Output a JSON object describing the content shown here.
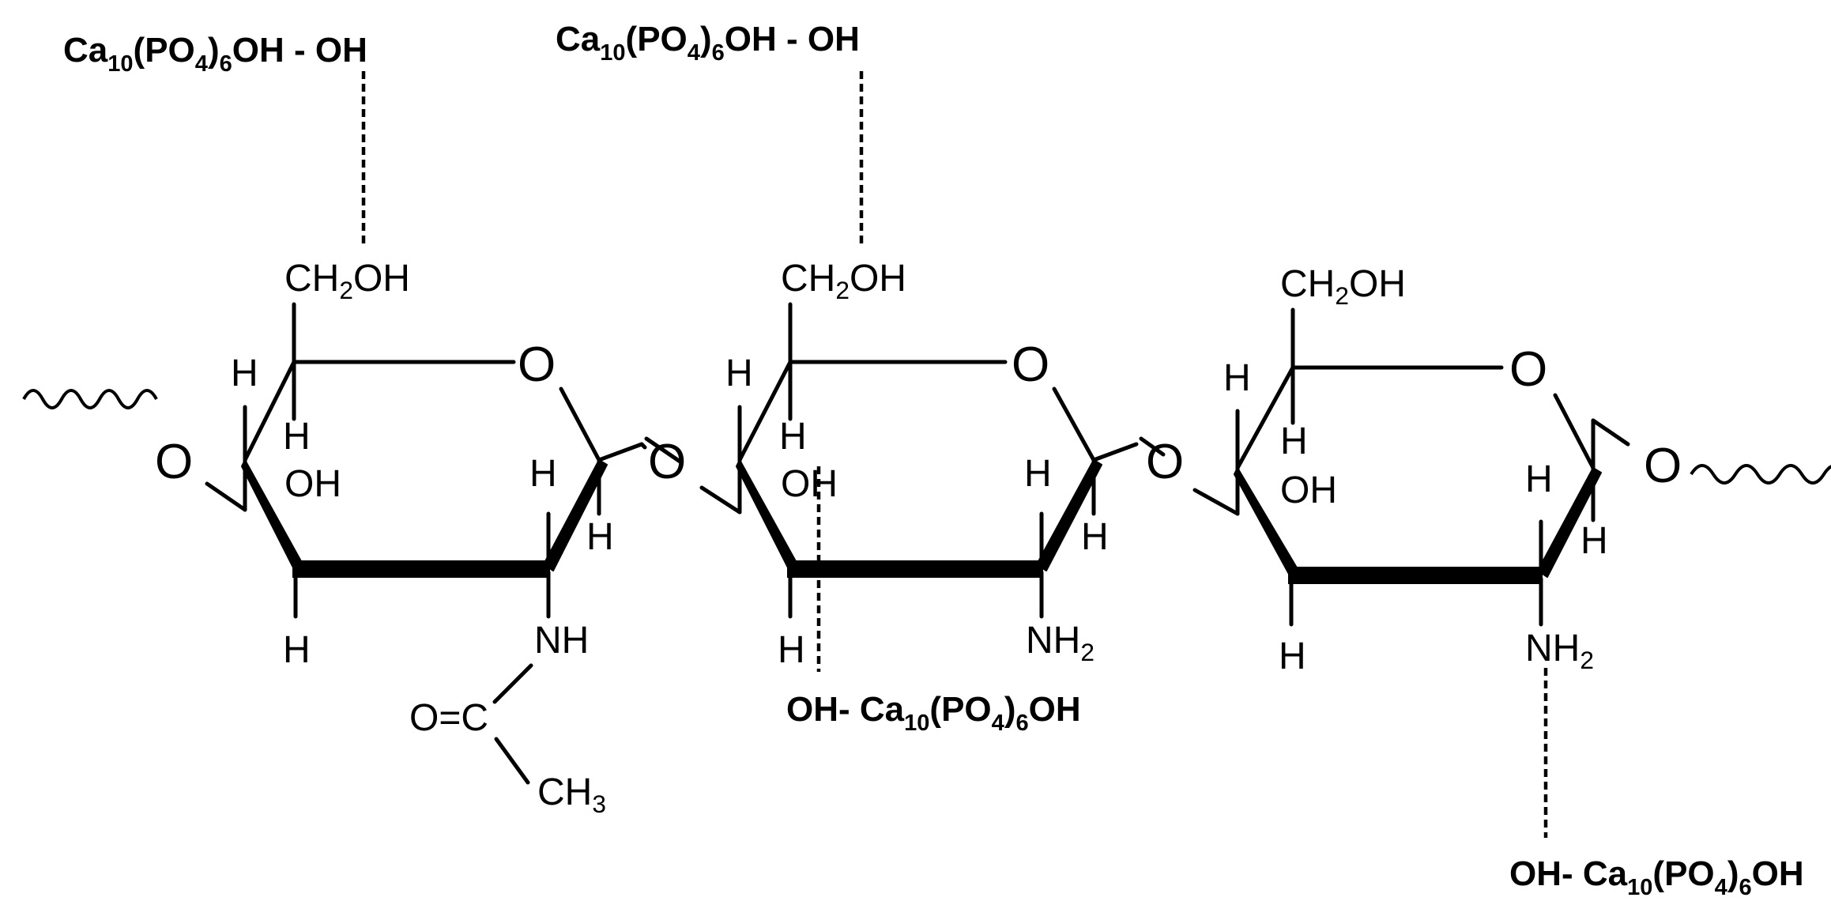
{
  "colors": {
    "ink": "#000000",
    "background": "#ffffff"
  },
  "symbols": {
    "O": "O",
    "H": "H",
    "OH": "OH",
    "NH": "NH",
    "carbonyl": "O=C",
    "CH2OH": {
      "a": "CH",
      "sub": "2",
      "b": "OH"
    },
    "NH2": {
      "a": "NH",
      "sub": "2"
    },
    "CH3": {
      "a": "CH",
      "sub": "3"
    }
  },
  "hydroxyapatite": {
    "left": {
      "a": "Ca",
      "s1": "10",
      "b": "(PO",
      "s2": "4",
      "c": ")",
      "s3": "6",
      "d": "OH - OH"
    },
    "right": {
      "a": "OH- Ca",
      "s1": "10",
      "b": "(PO",
      "s2": "4",
      "c": ")",
      "s3": "6",
      "d": "OH"
    }
  }
}
